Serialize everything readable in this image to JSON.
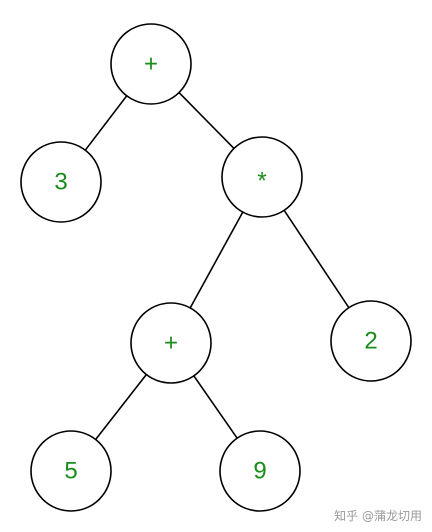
{
  "diagram": {
    "colors": {
      "label": "#1a8c1a",
      "stroke": "#000000"
    },
    "nodes": [
      {
        "id": "n1",
        "label": "+"
      },
      {
        "id": "n2",
        "label": "3"
      },
      {
        "id": "n3",
        "label": "*"
      },
      {
        "id": "n4",
        "label": "+"
      },
      {
        "id": "n5",
        "label": "2"
      },
      {
        "id": "n6",
        "label": "5"
      },
      {
        "id": "n7",
        "label": "9"
      }
    ],
    "edges": [
      {
        "from": "n1",
        "to": "n2"
      },
      {
        "from": "n1",
        "to": "n3"
      },
      {
        "from": "n3",
        "to": "n4"
      },
      {
        "from": "n3",
        "to": "n5"
      },
      {
        "from": "n4",
        "to": "n6"
      },
      {
        "from": "n4",
        "to": "n7"
      }
    ]
  },
  "watermark": {
    "text": "知乎 @蒲龙切用"
  }
}
